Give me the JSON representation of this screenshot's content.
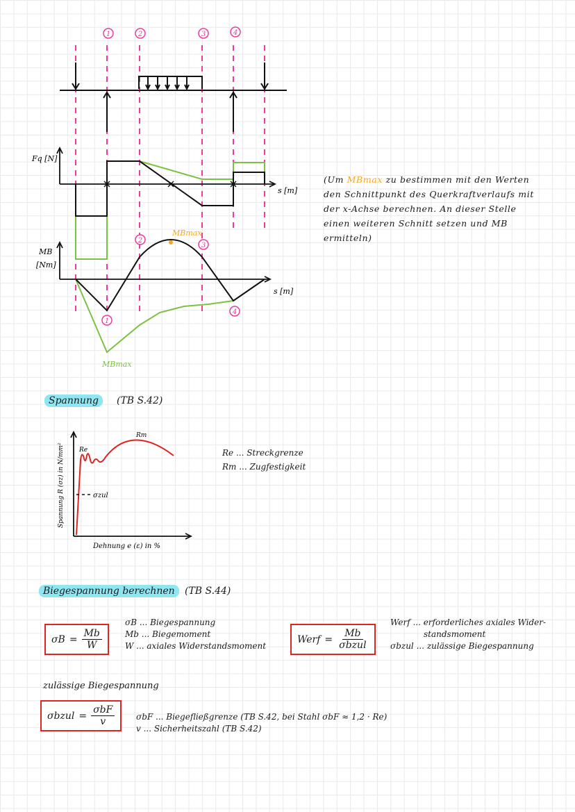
{
  "shear_diagram": {
    "section_markers": [
      "1",
      "2",
      "3",
      "4"
    ],
    "y_axis_label": "Fq [N]",
    "x_axis_label": "s [m]"
  },
  "moment_diagram": {
    "y_axis_label_line1": "MB",
    "y_axis_label_line2": "[Nm]",
    "x_axis_label": "s [m]",
    "max_label_orange": "MBmax",
    "max_label_green": "MBmax",
    "section_markers": [
      "1",
      "2",
      "3",
      "4"
    ]
  },
  "side_note": {
    "line1_prefix": "(Um",
    "line1_highlight": "MBmax",
    "line1_suffix": "zu bestimmen mit den Werten",
    "line2": "den Schnittpunkt des Querkraftverlaufs mit",
    "line3": "der x-Achse berechnen. An dieser Stelle",
    "line4": "einen weiteren Schnitt setzen und MB",
    "line5": "ermitteln)"
  },
  "colors": {
    "pink": "#ec3a9d",
    "green": "#7cc242",
    "orange": "#f5a623",
    "red": "#e02424",
    "cyan": "#8ee6f2"
  },
  "spannung": {
    "heading": "Spannung",
    "reference": "(TB S.42)",
    "y_axis_label": "Spannung R (σz) in N/mm²",
    "x_axis_label": "Dehnung e (ε) in %",
    "re_label": "Re",
    "rm_label": "Rm",
    "szul_label": "σzul",
    "legend": [
      "Re ... Streckgrenze",
      "Rm ... Zugfestigkeit"
    ]
  },
  "biegespannung": {
    "heading": "Biegespannung berechnen",
    "reference": "(TB S.44)",
    "formula1": {
      "lhs": "σB",
      "num": "Mb",
      "den": "W"
    },
    "glossary1": [
      "σB ... Biegespannung",
      "Mb ... Biegemoment",
      "W ... axiales Widerstandsmoment"
    ],
    "formula2": {
      "lhs": "Werf",
      "num": "Mb",
      "den": "σbzul"
    },
    "glossary2": [
      "Werf ... erforderliches axiales Wider-",
      "standsmoment",
      "σbzul ... zulässige Biegespannung"
    ],
    "subheading": "zulässige Biegespannung",
    "formula3": {
      "lhs": "σbzul",
      "num": "σbF",
      "den": "v"
    },
    "glossary3": [
      "σbF ... Biegefließgrenze (TB S.42, bei Stahl σbF ≈ 1,2 · Re)",
      "v ... Sicherheitszahl (TB S.42)"
    ]
  }
}
